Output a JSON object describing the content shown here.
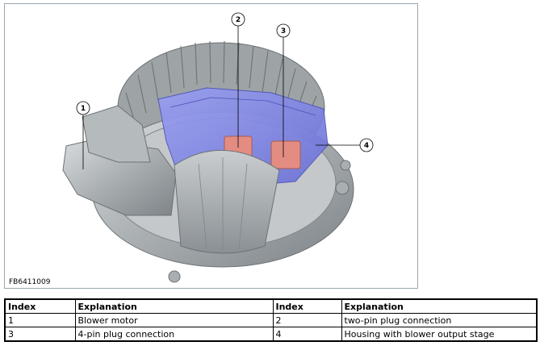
{
  "figure": {
    "id": "FB6411009",
    "callouts": [
      "1",
      "2",
      "3",
      "4"
    ]
  },
  "table": {
    "headers": [
      "Index",
      "Explanation",
      "Index",
      "Explanation"
    ],
    "rows": [
      [
        "1",
        "Blower motor",
        "2",
        "two-pin plug connection"
      ],
      [
        "3",
        "4-pin plug connection",
        "4",
        "Housing with blower output stage"
      ]
    ]
  },
  "colors": {
    "housing": "#aeb3b6",
    "housing_dark": "#7f8589",
    "output_stage": "#7f86e8",
    "plug": "#e38d82",
    "frame_border": "#9aa6ad"
  }
}
